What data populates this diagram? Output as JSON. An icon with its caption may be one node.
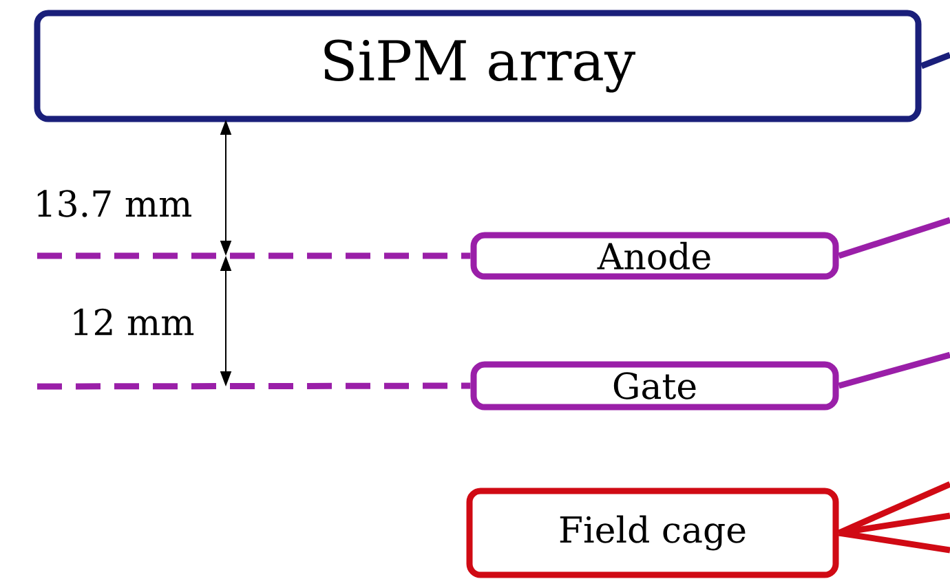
{
  "diagram": {
    "nodes": [
      {
        "text": [
          "SiPM array"
        ]
      },
      {
        "text": [
          "Anode"
        ]
      },
      {
        "text": [
          "Gate"
        ]
      },
      {
        "text": [
          "Field cage"
        ]
      }
    ],
    "edges": [
      {
        "from": 0,
        "to": null,
        "arrow": "none",
        "color": "#1a1f7a"
      },
      {
        "from": null,
        "to": 1,
        "arrow": "none",
        "style": "dashed",
        "color": "#9a1fa8"
      },
      {
        "from": 1,
        "to": null,
        "arrow": "none",
        "color": "#9a1fa8"
      },
      {
        "from": null,
        "to": 2,
        "arrow": "none",
        "style": "dashed",
        "color": "#9a1fa8"
      },
      {
        "from": 2,
        "to": null,
        "arrow": "none",
        "color": "#9a1fa8"
      },
      {
        "from": 3,
        "to": null,
        "arrow": "none",
        "color": "#d00a14"
      },
      {
        "from": 3,
        "to": null,
        "arrow": "none",
        "color": "#d00a14"
      },
      {
        "from": 3,
        "to": null,
        "arrow": "none",
        "color": "#d00a14"
      }
    ],
    "labels": [
      "13.7 mm",
      "12 mm"
    ]
  }
}
